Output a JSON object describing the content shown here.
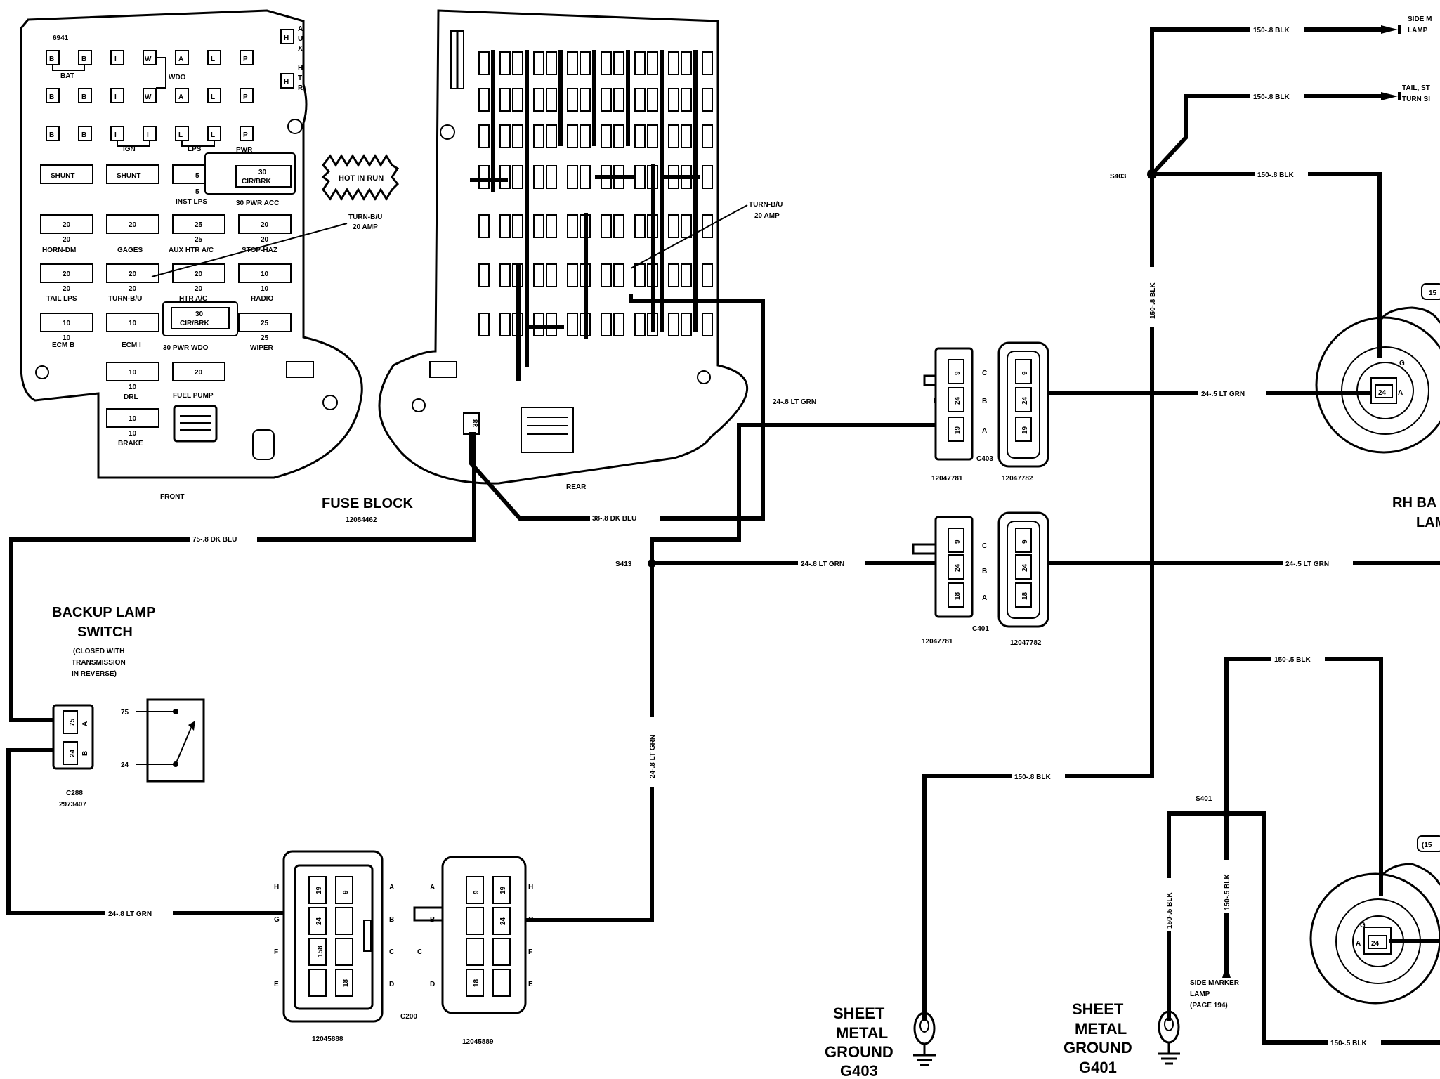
{
  "front_block": {
    "code": "6941",
    "aux": "AUX",
    "htr": "HTR",
    "row1": [
      "B",
      "B",
      "I",
      "W",
      "A",
      "L",
      "P"
    ],
    "row2": [
      "B",
      "B",
      "I",
      "W",
      "A",
      "L",
      "P"
    ],
    "row3": [
      "B",
      "B",
      "I",
      "I",
      "L",
      "L",
      "P"
    ],
    "cell_h": "H",
    "bat": "BAT",
    "wdo": "WDO",
    "ign": "IGN",
    "lps": "LPS",
    "pwr": "PWR",
    "shunt1": "SHUNT",
    "shunt2": "SHUNT",
    "inst_lps_val": "5",
    "inst_lps_sub": "5",
    "cir_brk_val": "30",
    "cir_brk": "CIR/BRK",
    "inst_lps": "INST LPS",
    "pwr_acc": "30 PWR ACC",
    "hot_in_run": "HOT IN RUN",
    "turn_bu_a": "TURN-B/U",
    "amp_a": "20 AMP",
    "fuses": [
      {
        "v": "20",
        "s": "20",
        "name": "HORN-DM"
      },
      {
        "v": "20",
        "s": "",
        "name": "GAGES"
      },
      {
        "v": "25",
        "s": "25",
        "name": "AUX HTR A/C"
      },
      {
        "v": "20",
        "s": "20",
        "name": "STOP-HAZ"
      },
      {
        "v": "20",
        "s": "20",
        "name": "TAIL LPS"
      },
      {
        "v": "20",
        "s": "20",
        "name": "TURN-B/U"
      },
      {
        "v": "20",
        "s": "20",
        "name": "HTR A/C"
      },
      {
        "v": "10",
        "s": "10",
        "name": "RADIO"
      },
      {
        "v": "10",
        "s": "10",
        "name": "ECM B"
      },
      {
        "v": "10",
        "s": "",
        "name": "ECM I"
      },
      {
        "v": "25",
        "s": "25",
        "name": "WIPER"
      },
      {
        "v": "10",
        "s": "10",
        "name": "DRL"
      },
      {
        "v": "20",
        "s": "",
        "name": "FUEL PUMP"
      },
      {
        "v": "10",
        "s": "10",
        "name": "BRAKE"
      }
    ],
    "cb2_val": "30",
    "cb2": "CIR/BRK",
    "pwr_wdo": "30 PWR WDO",
    "front": "FRONT"
  },
  "fuse_block_label": "FUSE BLOCK",
  "fuse_block_part": "12084462",
  "rear_label": "REAR",
  "rear_pin": "38",
  "turn_bu_b": "TURN-B/U",
  "amp_b": "20 AMP",
  "wires": {
    "dk_blu_75": "75-.8 DK BLU",
    "dk_blu_38": "38-.8 DK BLU",
    "lt_grn_top": "24-.8 LT GRN",
    "lt_grn_mid": "24-.8 LT GRN",
    "lt_grn_vert": "24-.8 LT GRN",
    "lt_grn_bot": "24-.8 LT GRN",
    "lt_grn_5a": "24-.5 LT GRN",
    "lt_grn_5b": "24-.5 LT GRN",
    "blk_top1": "150-.8 BLK",
    "blk_top2": "150-.8 BLK",
    "blk_top3": "150-.8 BLK",
    "blk_vert": "150-.8 BLK",
    "blk_mid": "150-.8 BLK",
    "blk_5a": "150-.5 BLK",
    "blk_5b": "150-.5 BLK",
    "blk_5c": "150-.5 BLK",
    "blk_5d": "150-.5 BLK"
  },
  "splices": {
    "s403": "S403",
    "s413": "S413",
    "s401": "S401"
  },
  "c403": {
    "name": "C403",
    "pin_c": "C",
    "pin_b": "B",
    "pin_a": "A",
    "p9": "9",
    "p24": "24",
    "p19": "19",
    "q9": "9",
    "q24": "24",
    "q19": "19",
    "part_l": "12047781",
    "part_r": "12047782"
  },
  "c401": {
    "name": "C401",
    "pin_c": "C",
    "pin_b": "B",
    "pin_a": "A",
    "p9": "9",
    "p24": "24",
    "p18": "18",
    "q9": "9",
    "q24": "24",
    "q18": "18",
    "part_l": "12047781",
    "part_r": "12047782"
  },
  "backup_switch": {
    "title1": "BACKUP LAMP",
    "title2": "SWITCH",
    "note1": "(CLOSED WITH",
    "note2": "TRANSMISSION",
    "note3": "IN REVERSE)",
    "conn": "C288",
    "part": "2973407",
    "p75": "75",
    "p24": "24",
    "pin_a": "A",
    "pin_b": "B",
    "sw75": "75",
    "sw24": "24"
  },
  "c200": {
    "name": "C200",
    "part_l": "12045888",
    "part_r": "12045889",
    "left_letters": [
      "H",
      "G",
      "F",
      "E"
    ],
    "right_letters": [
      "A",
      "B",
      "C",
      "D"
    ],
    "r_left_letters": [
      "A",
      "B",
      "C",
      "D"
    ],
    "r_right_letters": [
      "H",
      "G",
      "F",
      "E"
    ],
    "l19": "19",
    "l9": "9",
    "l24": "24",
    "l158": "158",
    "l18": "18",
    "r9": "9",
    "r19": "19",
    "r24": "24",
    "r18": "18"
  },
  "grounds": {
    "g403_1": "SHEET",
    "g403_2": "METAL",
    "g403_3": "GROUND",
    "g403_4": "G403",
    "g401_1": "SHEET",
    "g401_2": "METAL",
    "g401_3": "GROUND",
    "g401_4": "G401"
  },
  "right_edge": {
    "side_marker_a": "SIDE M",
    "lamp_a": "LAMP",
    "tail_a": "TAIL, ST",
    "turn_a": "TURN SI",
    "rh_ba": "RH BA",
    "lam": "LAM",
    "lamp_pin_24": "24",
    "lamp_pin_g": "G",
    "lamp_pin_a": "A",
    "tag_15a": "15",
    "tag_15b": "(15",
    "lamp2_pin_24": "24",
    "lamp2_pin_a": "A",
    "lamp2_pin_g": "G",
    "side_marker_b1": "SIDE MARKER",
    "side_marker_b2": "LAMP",
    "side_marker_b3": "(PAGE 194)"
  }
}
